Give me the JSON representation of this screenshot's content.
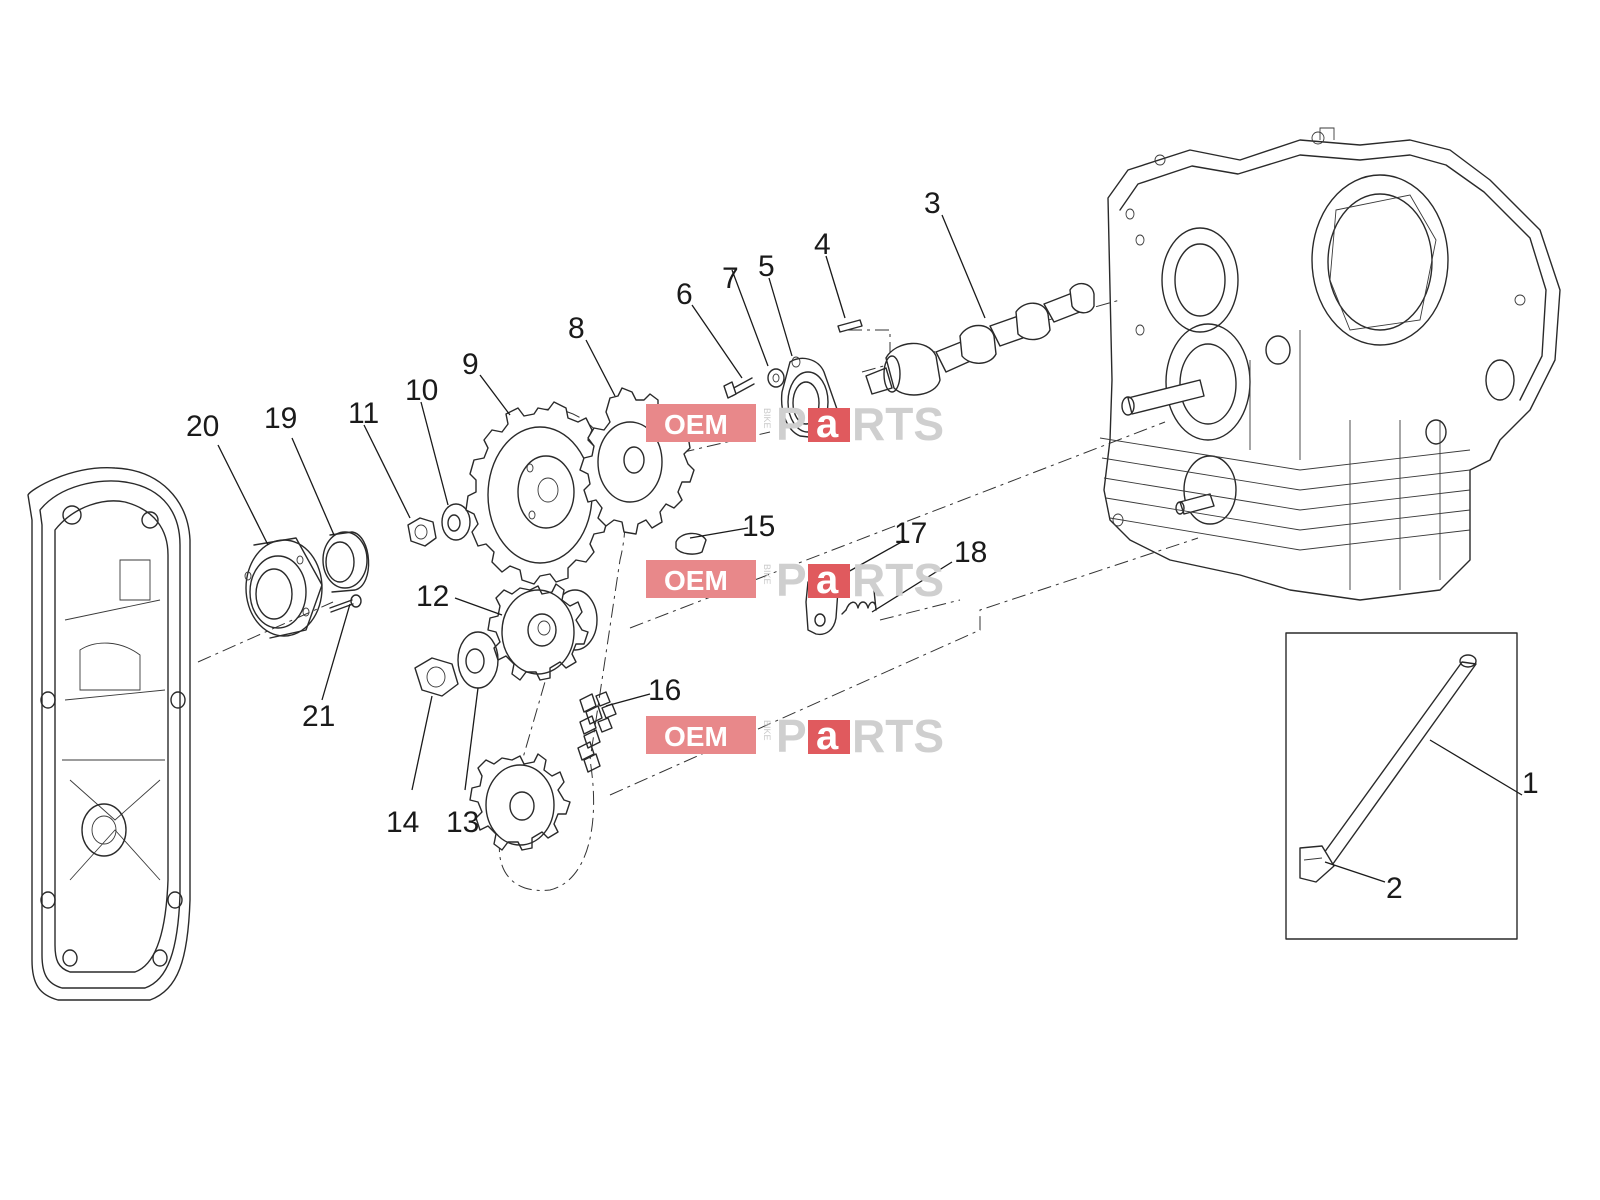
{
  "diagram": {
    "callouts": [
      {
        "id": "1",
        "text": "1"
      },
      {
        "id": "2",
        "text": "2"
      },
      {
        "id": "3",
        "text": "3"
      },
      {
        "id": "4",
        "text": "4"
      },
      {
        "id": "5",
        "text": "5"
      },
      {
        "id": "6",
        "text": "6"
      },
      {
        "id": "7",
        "text": "7"
      },
      {
        "id": "8",
        "text": "8"
      },
      {
        "id": "9",
        "text": "9"
      },
      {
        "id": "10",
        "text": "10"
      },
      {
        "id": "11",
        "text": "11"
      },
      {
        "id": "12",
        "text": "12"
      },
      {
        "id": "13",
        "text": "13"
      },
      {
        "id": "14",
        "text": "14"
      },
      {
        "id": "15",
        "text": "15"
      },
      {
        "id": "16",
        "text": "16"
      },
      {
        "id": "17",
        "text": "17"
      },
      {
        "id": "18",
        "text": "18"
      },
      {
        "id": "19",
        "text": "19"
      },
      {
        "id": "20",
        "text": "20"
      },
      {
        "id": "21",
        "text": "21"
      }
    ]
  },
  "watermark": {
    "oem": "OEM",
    "bike": "BIKE",
    "parts_p": "P",
    "parts_a": "a",
    "parts_rest": "RTS",
    "colors": {
      "badge": "#e8888a",
      "badge_a": "#e05a5e",
      "gray": "#cfcfcf"
    }
  }
}
